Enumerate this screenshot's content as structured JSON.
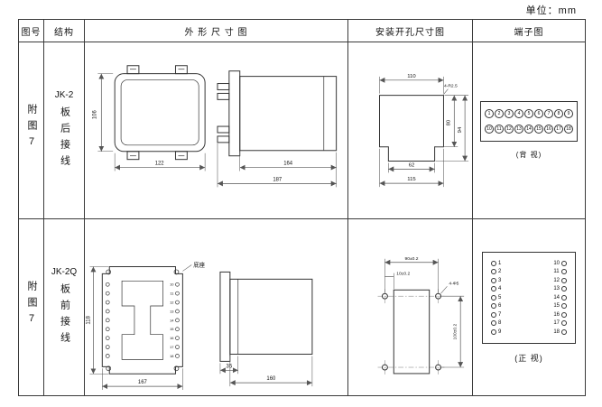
{
  "unit_label": "单位：mm",
  "headers": {
    "figure": "图号",
    "structure": "结构",
    "outline": "外 形 尺 寸 图",
    "mounting": "安装开孔尺寸图",
    "terminal": "端子图"
  },
  "rows": [
    {
      "figure_no": "附图7",
      "model": "JK-2",
      "wiring": "板后接线",
      "outline_dims": {
        "front_height": "106",
        "front_width": "122",
        "side_depth": "164",
        "side_total": "187"
      },
      "mounting_dims": {
        "width": "110",
        "corner": "4-R2.5",
        "inner_height": "80",
        "outer_height": "94",
        "inner_width": "62",
        "outer_width": "115"
      },
      "terminal": {
        "top": [
          "1",
          "2",
          "3",
          "4",
          "5",
          "6",
          "7",
          "8",
          "9"
        ],
        "bottom": [
          "10",
          "11",
          "12",
          "13",
          "14",
          "15",
          "16",
          "17",
          "18"
        ],
        "caption": "(背 视)"
      }
    },
    {
      "figure_no": "附图7",
      "model": "JK-2Q",
      "wiring": "板前接线",
      "outline_dims": {
        "base_label": "底座",
        "plate_height": "118",
        "plate_width": "167",
        "flange_depth": "35",
        "body_depth": "160",
        "hole_labels": [
          "10",
          "11",
          "12",
          "13",
          "14",
          "15",
          "16",
          "17",
          "18"
        ]
      },
      "mounting_dims": {
        "width": "90±0.2",
        "offset": "10±0.2",
        "holes": "4-Φ5",
        "height": "100±0.2"
      },
      "terminal": {
        "left": [
          "1",
          "2",
          "3",
          "4",
          "5",
          "6",
          "7",
          "8",
          "9"
        ],
        "right": [
          "10",
          "11",
          "12",
          "13",
          "14",
          "15",
          "16",
          "17",
          "18"
        ],
        "caption": "(正 视)"
      }
    }
  ]
}
